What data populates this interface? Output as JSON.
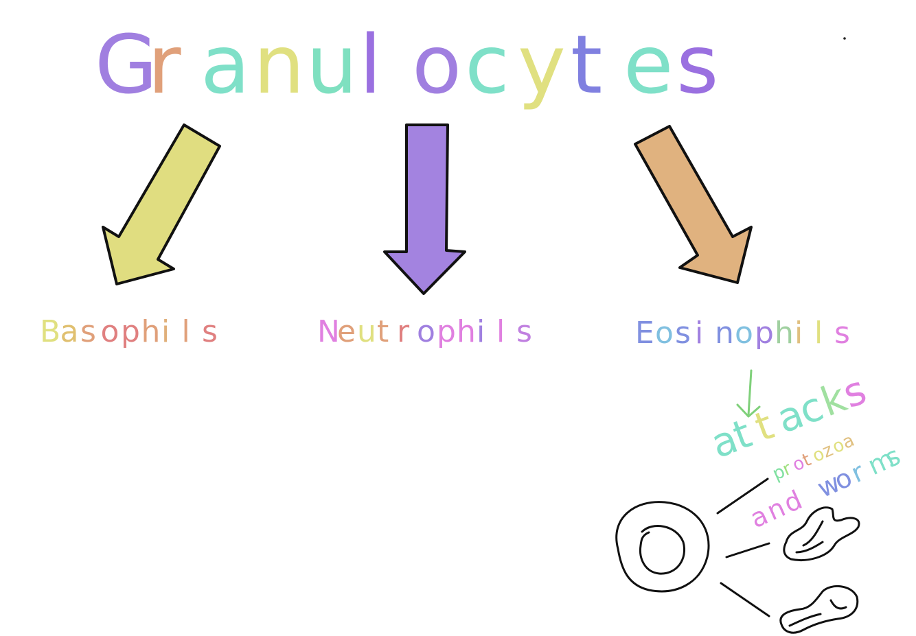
{
  "title": {
    "letters": [
      {
        "ch": "G",
        "color": "#a07fe0"
      },
      {
        "ch": "r",
        "color": "#e0a07a"
      },
      {
        "ch": "a",
        "color": "#7fe0c8"
      },
      {
        "ch": "n",
        "color": "#e0e080"
      },
      {
        "ch": "u",
        "color": "#7fe0c0"
      },
      {
        "ch": "l",
        "color": "#9a70e0"
      },
      {
        "ch": "o",
        "color": "#a07fe0"
      },
      {
        "ch": "c",
        "color": "#7fe0c8"
      },
      {
        "ch": "y",
        "color": "#e0e080"
      },
      {
        "ch": "t",
        "color": "#8080e0"
      },
      {
        "ch": "e",
        "color": "#7fe0c8"
      },
      {
        "ch": "s",
        "color": "#9a70e0"
      }
    ]
  },
  "colors": {
    "arrow_left": "#e0dd80",
    "arrow_middle": "#a383e0",
    "arrow_right": "#e0b27f",
    "outline": "#111111",
    "annotation_arrow": "#7fd07a"
  },
  "labels": {
    "basophils": {
      "letters": [
        {
          "ch": "B",
          "color": "#e0e080"
        },
        {
          "ch": "a",
          "color": "#e0c070"
        },
        {
          "ch": "s",
          "color": "#e0a07a"
        },
        {
          "ch": "o",
          "color": "#e08080"
        },
        {
          "ch": "p",
          "color": "#e08080"
        },
        {
          "ch": "h",
          "color": "#e0a07a"
        },
        {
          "ch": "i",
          "color": "#e0b07a"
        },
        {
          "ch": "l",
          "color": "#e0a07a"
        },
        {
          "ch": "s",
          "color": "#e08080"
        }
      ]
    },
    "neutrophils": {
      "letters": [
        {
          "ch": "N",
          "color": "#e080e0"
        },
        {
          "ch": "e",
          "color": "#e0a07a"
        },
        {
          "ch": "u",
          "color": "#e0e080"
        },
        {
          "ch": "t",
          "color": "#e0a07a"
        },
        {
          "ch": "r",
          "color": "#e08080"
        },
        {
          "ch": "o",
          "color": "#a080e0"
        },
        {
          "ch": "p",
          "color": "#e080e0"
        },
        {
          "ch": "h",
          "color": "#e080e0"
        },
        {
          "ch": "i",
          "color": "#a080e0"
        },
        {
          "ch": "l",
          "color": "#e080e0"
        },
        {
          "ch": "s",
          "color": "#c080e0"
        }
      ]
    },
    "eosinophils": {
      "letters": [
        {
          "ch": "E",
          "color": "#8090e0"
        },
        {
          "ch": "o",
          "color": "#80c0e0"
        },
        {
          "ch": "s",
          "color": "#8090e0"
        },
        {
          "ch": "i",
          "color": "#a080e0"
        },
        {
          "ch": "n",
          "color": "#8090e0"
        },
        {
          "ch": "o",
          "color": "#80c0e0"
        },
        {
          "ch": "p",
          "color": "#a080e0"
        },
        {
          "ch": "h",
          "color": "#a0d0a0"
        },
        {
          "ch": "i",
          "color": "#e0c080"
        },
        {
          "ch": "l",
          "color": "#e0e080"
        },
        {
          "ch": "s",
          "color": "#e080e0"
        }
      ]
    }
  },
  "annotation": {
    "attacks": {
      "letters": [
        {
          "ch": "a",
          "color": "#7fe0c8"
        },
        {
          "ch": "t",
          "color": "#7fe0c8"
        },
        {
          "ch": "t",
          "color": "#e0e080"
        },
        {
          "ch": "a",
          "color": "#7fe0c8"
        },
        {
          "ch": "c",
          "color": "#7fe0c8"
        },
        {
          "ch": "k",
          "color": "#a0e0a0"
        },
        {
          "ch": "s",
          "color": "#e080e0"
        }
      ]
    },
    "protozoa": {
      "letters": [
        {
          "ch": "p",
          "color": "#7fe0a0"
        },
        {
          "ch": "r",
          "color": "#a0e080"
        },
        {
          "ch": "o",
          "color": "#e080e0"
        },
        {
          "ch": "t",
          "color": "#e0a07a"
        },
        {
          "ch": "o",
          "color": "#e0e080"
        },
        {
          "ch": "z",
          "color": "#e0c080"
        },
        {
          "ch": "o",
          "color": "#e0e080"
        },
        {
          "ch": "a",
          "color": "#e0c080"
        }
      ]
    },
    "and_worms": {
      "letters": [
        {
          "ch": "a",
          "color": "#e080e0"
        },
        {
          "ch": "n",
          "color": "#e080e0"
        },
        {
          "ch": "d",
          "color": "#e080e0"
        },
        {
          "ch": " ",
          "color": "#ffffff"
        },
        {
          "ch": "w",
          "color": "#8090e0"
        },
        {
          "ch": "o",
          "color": "#8090e0"
        },
        {
          "ch": "r",
          "color": "#80c0e0"
        },
        {
          "ch": "m",
          "color": "#7fe0c8"
        },
        {
          "ch": "s",
          "color": "#7fe0c8"
        }
      ]
    }
  }
}
